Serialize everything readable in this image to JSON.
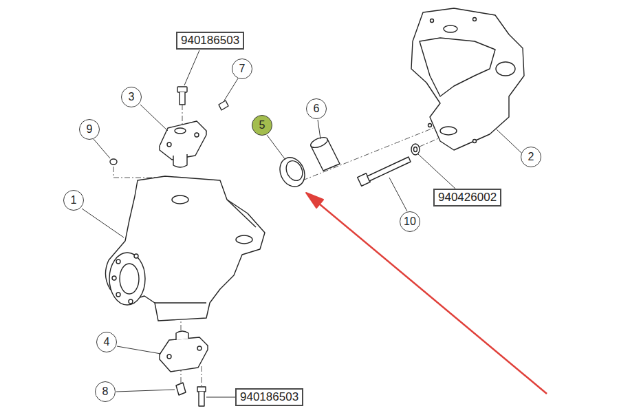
{
  "diagram": {
    "nodes": [
      {
        "text": [
          "940186503"
        ]
      },
      {
        "text": [
          "7"
        ]
      },
      {
        "text": [
          "3"
        ]
      },
      {
        "text": [
          "5"
        ]
      },
      {
        "text": [
          "6"
        ]
      },
      {
        "text": [
          "9"
        ]
      },
      {
        "text": [
          "2"
        ]
      },
      {
        "text": [
          "940426002"
        ]
      },
      {
        "text": [
          "1"
        ]
      },
      {
        "text": [
          "10"
        ]
      },
      {
        "text": [
          "4"
        ]
      },
      {
        "text": [
          "8"
        ]
      },
      {
        "text": [
          "940186503"
        ]
      }
    ]
  }
}
